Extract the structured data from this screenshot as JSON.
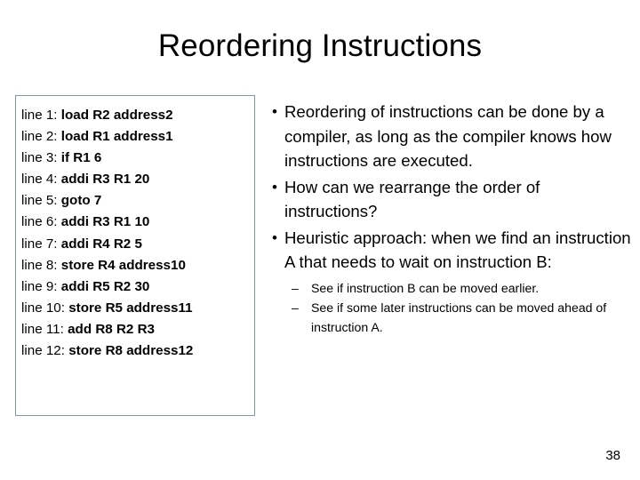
{
  "slide": {
    "title": "Reordering Instructions",
    "page_number": "38"
  },
  "code_box": {
    "border_color": "#8496a4",
    "lines": [
      {
        "label": "line 1:",
        "instruction": "load R2 address2"
      },
      {
        "label": "line 2:",
        "instruction": "load R1 address1"
      },
      {
        "label": "line 3:",
        "instruction": "if R1 6"
      },
      {
        "label": "line 4:",
        "instruction": "addi R3 R1 20"
      },
      {
        "label": "line 5:",
        "instruction": "goto 7"
      },
      {
        "label": "line 6:",
        "instruction": "addi R3 R1 10"
      },
      {
        "label": "line 7:",
        "instruction": "addi R4 R2 5"
      },
      {
        "label": "line 8:",
        "instruction": "store R4 address10"
      },
      {
        "label": "line 9:",
        "instruction": "addi R5 R2 30"
      },
      {
        "label": "line 10:",
        "instruction": "store R5 address11"
      },
      {
        "label": "line 11:",
        "instruction": "add R8 R2 R3"
      },
      {
        "label": "line 12:",
        "instruction": "store R8 address12"
      }
    ]
  },
  "bullets": {
    "marker": "•",
    "items": [
      {
        "text": "Reordering of instructions can be done by a compiler, as long as the compiler knows how instructions are executed."
      },
      {
        "text": "How can we rearrange the order of instructions?"
      },
      {
        "text": "Heuristic approach: when we find an instruction A that needs to wait on instruction B:"
      }
    ]
  },
  "sub_bullets": {
    "marker": "–",
    "items": [
      {
        "text": "See if instruction B can be moved earlier."
      },
      {
        "text": "See if some later instructions can be moved ahead of instruction A."
      }
    ]
  }
}
